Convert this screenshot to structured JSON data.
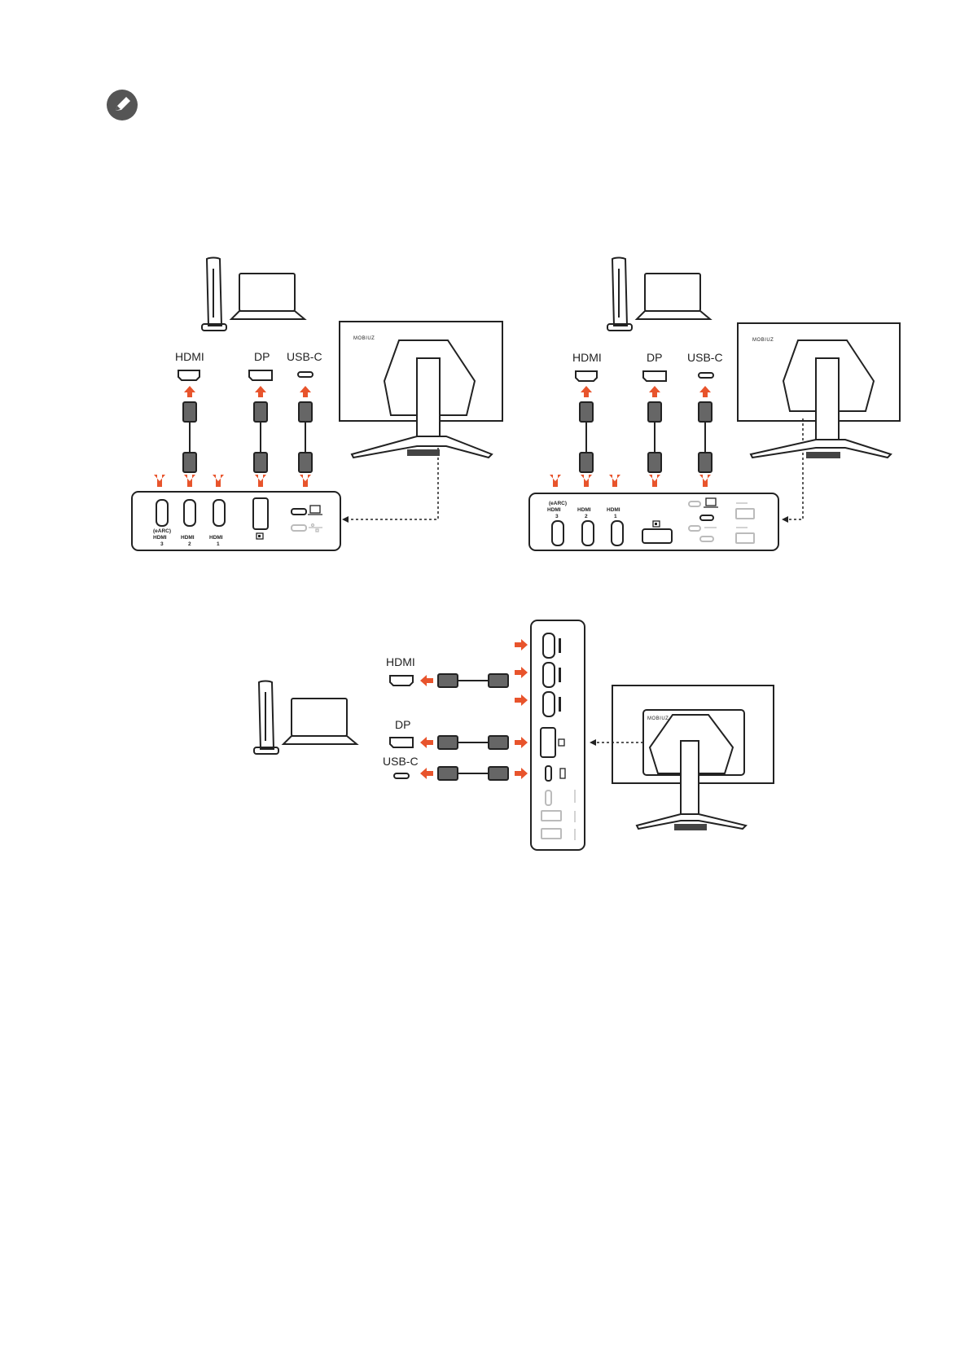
{
  "note_icon": "pencil-icon",
  "diagram_a": {
    "labels": {
      "hdmi": "HDMI",
      "dp": "DP",
      "usbc": "USB-C"
    },
    "panel": {
      "earc": "(eARC)",
      "hdmi_word": "HDMI",
      "hdmi3": "3",
      "hdmi2": "2",
      "hdmi1": "1"
    },
    "monitor_logo": "MOBIUZ"
  },
  "diagram_b": {
    "labels": {
      "hdmi": "HDMI",
      "dp": "DP",
      "usbc": "USB-C"
    },
    "panel": {
      "earc": "(eARC)",
      "hdmi_word": "HDMI",
      "hdmi3": "3",
      "hdmi2": "2",
      "hdmi1": "1"
    },
    "monitor_logo": "MOBIUZ"
  },
  "diagram_c": {
    "labels": {
      "hdmi": "HDMI",
      "dp": "DP",
      "usbc": "USB-C"
    },
    "monitor_logo": "MOBIUZ"
  },
  "colors": {
    "arrow": "#e8542c",
    "line": "#222222",
    "cable": "#555555",
    "faint": "#bbbbbb"
  }
}
